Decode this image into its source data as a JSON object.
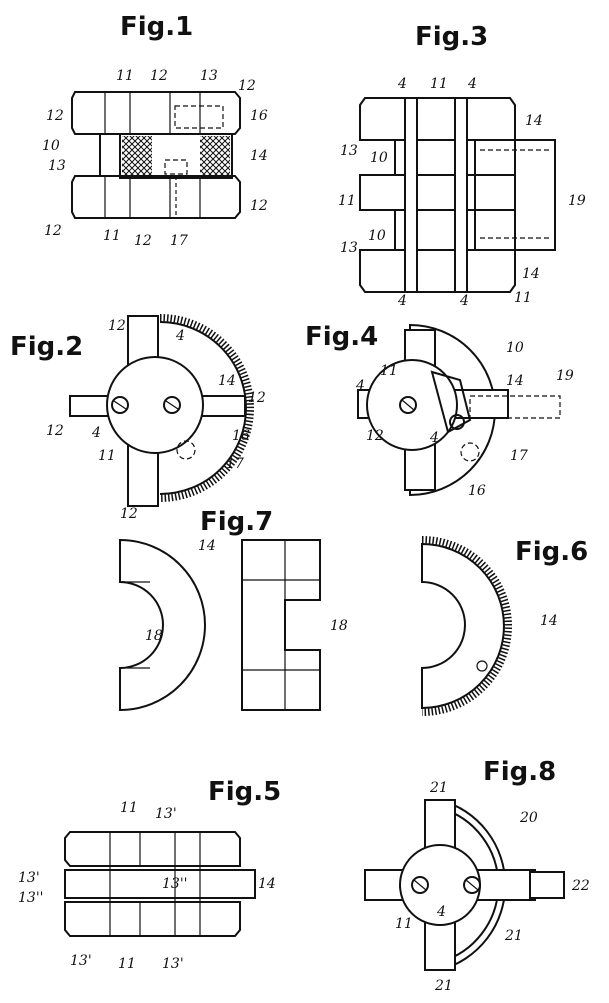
{
  "figures": {
    "fig1": {
      "title": "Fig.1",
      "labels": [
        "11",
        "12",
        "12",
        "13",
        "12",
        "16",
        "10",
        "14",
        "13",
        "12",
        "11",
        "12",
        "17",
        "12"
      ]
    },
    "fig2": {
      "title": "Fig.2",
      "labels": [
        "12",
        "4",
        "14",
        "12",
        "12",
        "4",
        "11",
        "16",
        "17",
        "12"
      ]
    },
    "fig3": {
      "title": "Fig.3",
      "labels": [
        "4",
        "11",
        "4",
        "14",
        "13",
        "10",
        "11",
        "19",
        "10",
        "13",
        "4",
        "4",
        "14",
        "11"
      ]
    },
    "fig4": {
      "title": "Fig.4",
      "labels": [
        "10",
        "11",
        "14",
        "19",
        "4",
        "4",
        "12",
        "17",
        "16"
      ]
    },
    "fig5": {
      "title": "Fig.5",
      "labels": [
        "11",
        "13'",
        "13'",
        "13''",
        "13''",
        "14",
        "13'",
        "11",
        "13'"
      ]
    },
    "fig6": {
      "title": "Fig.6",
      "labels": [
        "14"
      ]
    },
    "fig7": {
      "title": "Fig.7",
      "labels": [
        "14",
        "18",
        "18"
      ]
    },
    "fig8": {
      "title": "Fig.8",
      "labels": [
        "21",
        "20",
        "22",
        "4",
        "11",
        "21",
        "21"
      ]
    }
  }
}
